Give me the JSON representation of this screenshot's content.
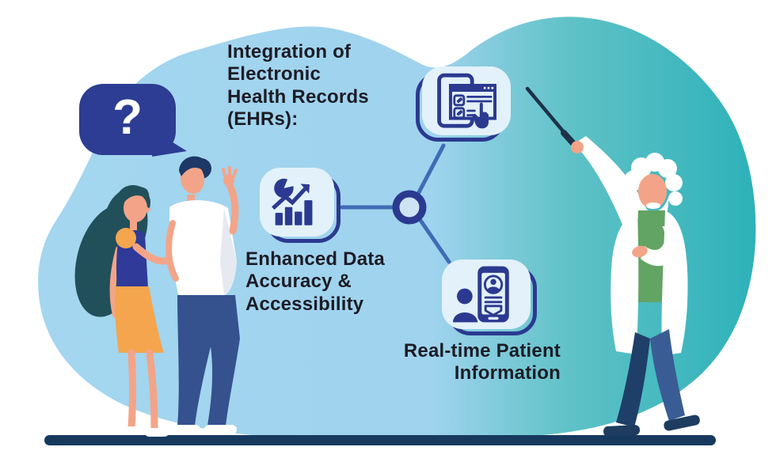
{
  "title": "Integration of\nElectronic\nHealth Records\n(EHRs):",
  "speech_bubble": {
    "symbol": "?"
  },
  "diagram": {
    "type": "hub-and-spoke",
    "hub": {
      "shape": "ring-node"
    },
    "nodes": [
      {
        "id": "ehr-record",
        "icon": "ehr-record-icon",
        "label": ""
      },
      {
        "id": "data-accuracy",
        "icon": "analytics-chart-icon",
        "label": "Enhanced Data\nAccuracy &\nAccessibility"
      },
      {
        "id": "realtime-info",
        "icon": "patient-info-icon",
        "label": "Real-time Patient\nInformation"
      }
    ]
  },
  "scene": {
    "characters": [
      {
        "id": "woman-onlooker",
        "description": "woman with long dark hair, orange skirt, blue top, gesturing"
      },
      {
        "id": "man-onlooker",
        "description": "man in white t-shirt and navy jeans, hand raised"
      },
      {
        "id": "doctor",
        "description": "elderly doctor in white coat and green shirt pointing with a stick"
      }
    ],
    "props": [
      "question-speech-bubble",
      "pointer-stick",
      "ground-bar"
    ]
  },
  "colors": {
    "background": "#ffffff",
    "blob_blue": "#a4d6ef",
    "blob_teal": "#2eb1b9",
    "navy": "#2b3a90",
    "connector_blue": "#3f6cb4",
    "ground_navy": "#17395e",
    "text_dark": "#1c1c26",
    "card_bg": "#e3f1fa",
    "skin": "#f3a488",
    "orange": "#f4a54e",
    "indigo_top": "#2f3a99",
    "jeans_blue": "#35518e",
    "doctor_shirt_green": "#61a463",
    "hair_teal": "#21505a",
    "hair_navy": "#1d3866"
  }
}
